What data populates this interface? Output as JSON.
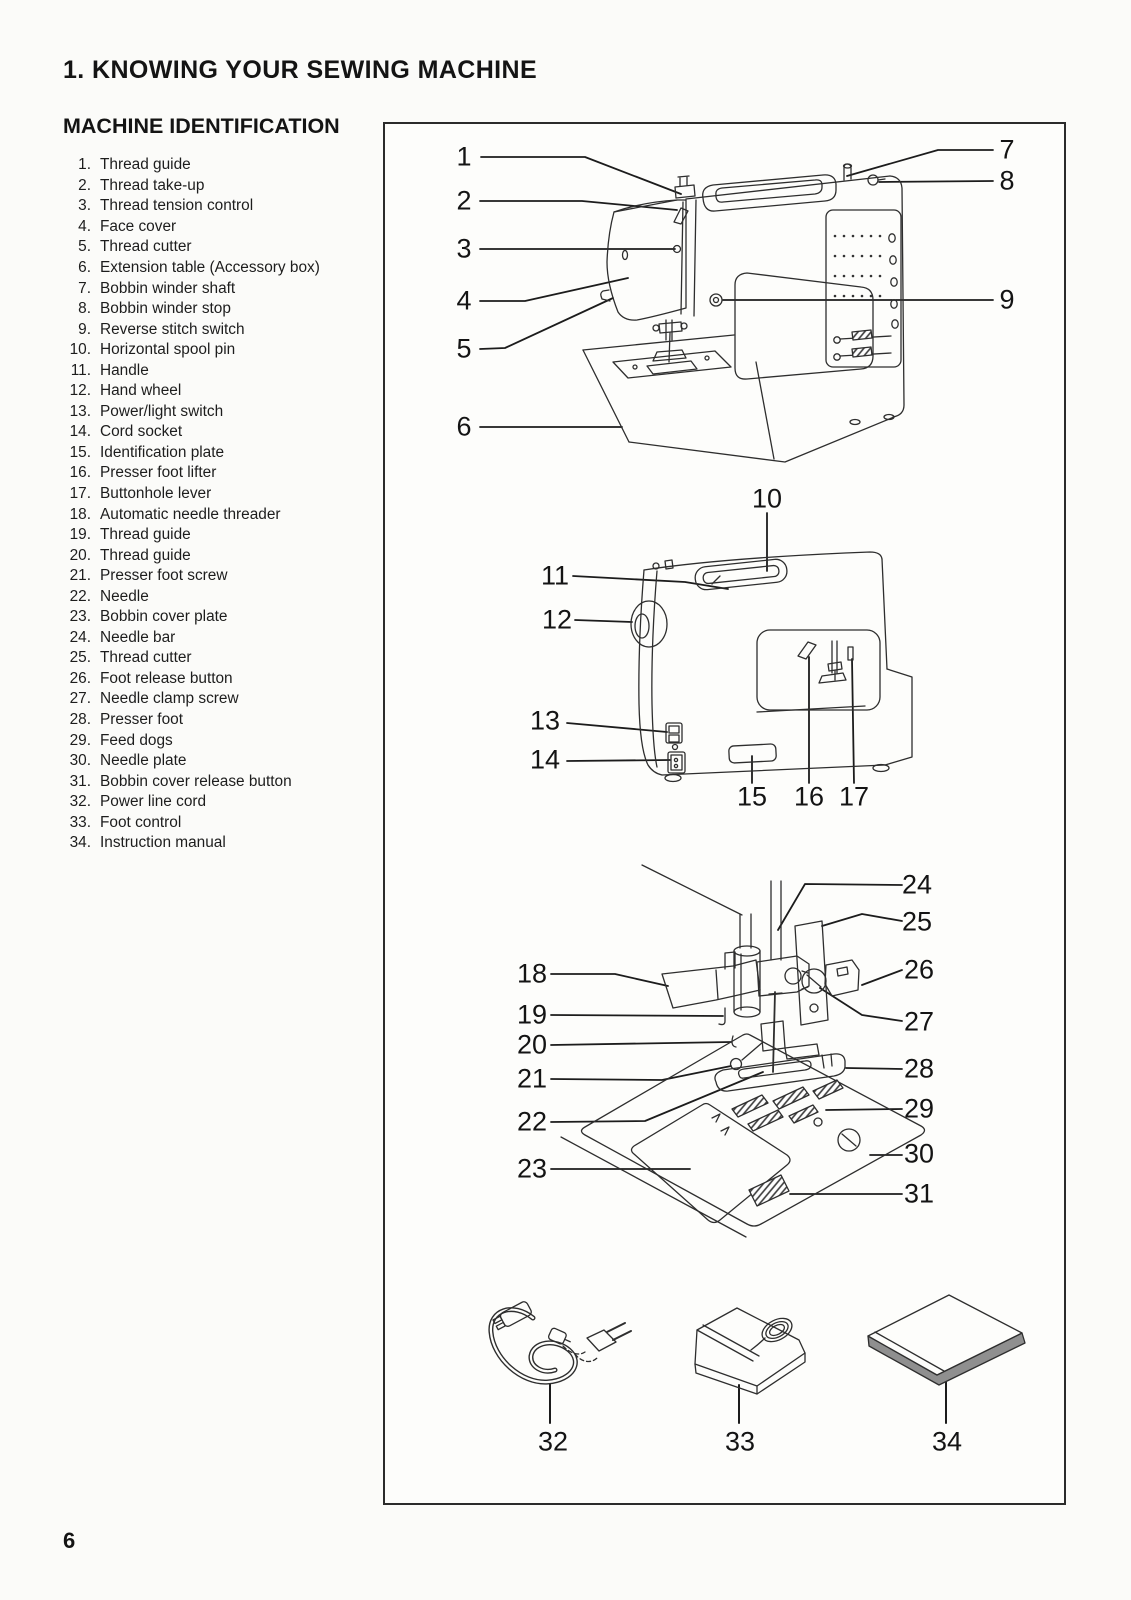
{
  "page": {
    "title": "1. KNOWING YOUR SEWING MACHINE",
    "section_heading": "MACHINE IDENTIFICATION",
    "page_number": "6"
  },
  "parts_list": [
    {
      "num": "1.",
      "label": "Thread guide"
    },
    {
      "num": "2.",
      "label": "Thread take-up"
    },
    {
      "num": "3.",
      "label": "Thread tension control"
    },
    {
      "num": "4.",
      "label": "Face cover"
    },
    {
      "num": "5.",
      "label": "Thread cutter"
    },
    {
      "num": "6.",
      "label": "Extension table (Accessory box)"
    },
    {
      "num": "7.",
      "label": "Bobbin winder shaft"
    },
    {
      "num": "8.",
      "label": "Bobbin winder stop"
    },
    {
      "num": "9.",
      "label": "Reverse stitch switch"
    },
    {
      "num": "10.",
      "label": "Horizontal spool pin"
    },
    {
      "num": "11.",
      "label": "Handle"
    },
    {
      "num": "12.",
      "label": "Hand wheel"
    },
    {
      "num": "13.",
      "label": "Power/light switch"
    },
    {
      "num": "14.",
      "label": "Cord socket"
    },
    {
      "num": "15.",
      "label": "Identification plate"
    },
    {
      "num": "16.",
      "label": "Presser foot lifter"
    },
    {
      "num": "17.",
      "label": "Buttonhole lever"
    },
    {
      "num": "18.",
      "label": "Automatic needle threader"
    },
    {
      "num": "19.",
      "label": "Thread guide"
    },
    {
      "num": "20.",
      "label": "Thread guide"
    },
    {
      "num": "21.",
      "label": "Presser foot screw"
    },
    {
      "num": "22.",
      "label": "Needle"
    },
    {
      "num": "23.",
      "label": "Bobbin cover plate"
    },
    {
      "num": "24.",
      "label": "Needle bar"
    },
    {
      "num": "25.",
      "label": "Thread cutter"
    },
    {
      "num": "26.",
      "label": "Foot release button"
    },
    {
      "num": "27.",
      "label": "Needle clamp screw"
    },
    {
      "num": "28.",
      "label": "Presser foot"
    },
    {
      "num": "29.",
      "label": "Feed dogs"
    },
    {
      "num": "30.",
      "label": "Needle plate"
    },
    {
      "num": "31.",
      "label": "Bobbin cover release button"
    },
    {
      "num": "32.",
      "label": "Power line cord"
    },
    {
      "num": "33.",
      "label": "Foot control"
    },
    {
      "num": "34.",
      "label": "Instruction manual"
    }
  ],
  "figure": {
    "callouts": [
      "1",
      "2",
      "3",
      "4",
      "5",
      "6",
      "7",
      "8",
      "9",
      "10",
      "11",
      "12",
      "13",
      "14",
      "15",
      "16",
      "17",
      "18",
      "19",
      "20",
      "21",
      "22",
      "23",
      "24",
      "25",
      "26",
      "27",
      "28",
      "29",
      "30",
      "31",
      "32",
      "33",
      "34"
    ]
  }
}
